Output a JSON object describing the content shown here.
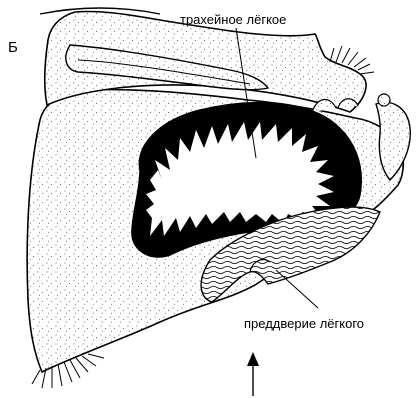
{
  "figure": {
    "panel_letter": "Б",
    "labels": {
      "top": "трахейное лёгкое",
      "bottom": "преддверие лёгкого"
    }
  }
}
